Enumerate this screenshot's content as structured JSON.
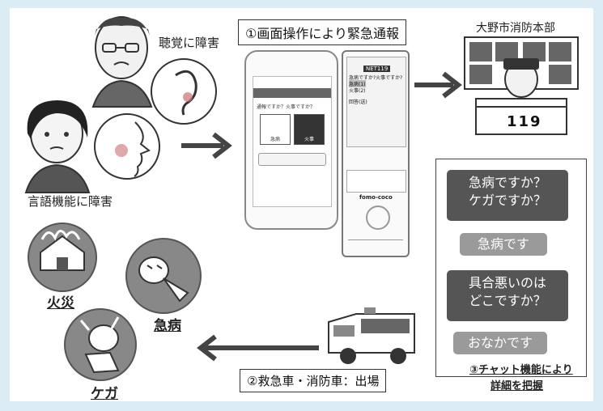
{
  "labels": {
    "hearing": "聴覚に障害",
    "speech": "言語機能に障害",
    "step1": "①画面操作により緊急通報",
    "fire_dept": "大野市消防本部",
    "desk_number": "119",
    "step2": "②救急車・消防車：出場",
    "step3_line1": "③チャット機能により",
    "step3_line2": "詳細を把握",
    "fire": "火災",
    "sickness": "急病",
    "injury": "ケガ"
  },
  "chat": [
    {
      "role": "operator",
      "lines": [
        "急病ですか？",
        "ケガですか？"
      ]
    },
    {
      "role": "user",
      "lines": [
        "急病です"
      ]
    },
    {
      "role": "operator",
      "lines": [
        "具合悪いのは",
        "どこですか？"
      ]
    },
    {
      "role": "user",
      "lines": [
        "おなかです"
      ]
    }
  ],
  "phone": {
    "screen_question": "通報ですか？火事ですか？",
    "option1": "急病",
    "option2": "火事"
  },
  "feature_phone": {
    "number": "NET119",
    "line1": "急病ですか?火事ですか?",
    "line2": "急病(1)",
    "line3": "火事(2)",
    "input": "回答(送)",
    "brand": "fomo-coco"
  }
}
